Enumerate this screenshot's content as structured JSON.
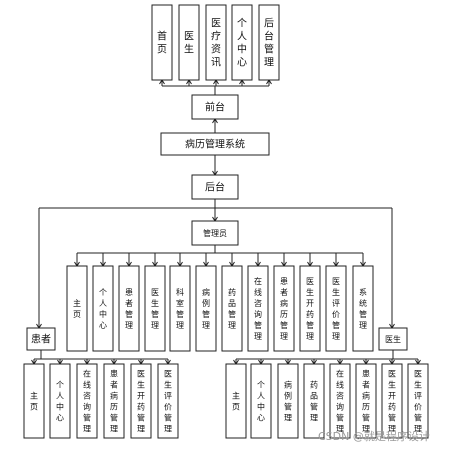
{
  "diagram": {
    "title": "病历管理系统",
    "frontend": {
      "label": "前台",
      "pages": [
        "首页",
        "医生",
        "医疗资讯",
        "个人中心",
        "后台管理"
      ]
    },
    "backend": {
      "label": "后台",
      "admin": {
        "label": "管理员",
        "items": [
          "主页",
          "个人中心",
          "患者管理",
          "医生管理",
          "科室管理",
          "病例管理",
          "药品管理",
          "在线咨询管理",
          "患者病历管理",
          "医生开药管理",
          "医生评价管理",
          "系统管理"
        ]
      },
      "patient": {
        "label": "患者",
        "items": [
          "主页",
          "个人中心",
          "在线咨询管理",
          "患者病历管理",
          "医生开药管理",
          "医生评价管理"
        ]
      },
      "doctor": {
        "label": "医生",
        "items": [
          "主页",
          "个人中心",
          "病例管理",
          "药品管理",
          "在线咨询管理",
          "患者病历管理",
          "医生开药管理",
          "医生评价管理"
        ]
      }
    }
  },
  "watermark": "CSDN @就是程序设计"
}
